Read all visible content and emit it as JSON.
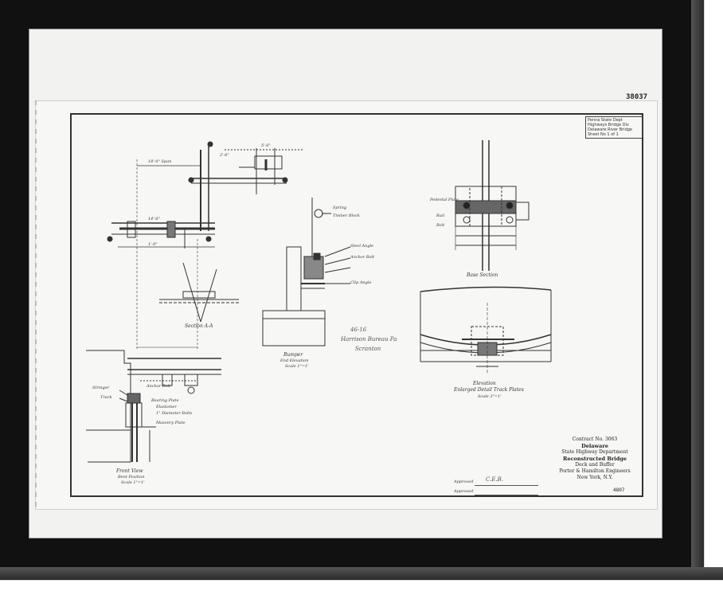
{
  "sheet": {
    "number": "38037",
    "stamp_lines": [
      "Penna State Dept",
      "Highways Bridge Div",
      "Delaware River Bridge",
      "Sheet No 1 of 1"
    ]
  },
  "views": {
    "front_view_label": "Front View",
    "front_view_sub": "Bent Position",
    "front_view_scale": "Scale 1\"=1'",
    "section_label": "Section A-A",
    "bumper_label": "Bumper",
    "bumper_sub": "End Elevation",
    "bumper_scale": "Scale 1\"=1'",
    "plan_label": "Base Section",
    "elevation_label": "Elevation",
    "elevation_sub": "Enlarged Detail Track Plates",
    "elevation_scale": "Scale 3\"=1'"
  },
  "handwritten_note": {
    "line1": "46-16",
    "line2": "Harrison Bureau Pa",
    "line3": "Scranton"
  },
  "callouts": {
    "front_view": [
      "Stringer",
      "Track",
      "Anchor Bolt",
      "Bearing Plate",
      "Elastomer",
      "1\" Diameter Bolts",
      "Masonry Plate"
    ],
    "bumper": [
      "Spring",
      "Timber Block",
      "Steel Angle",
      "Anchor Bolt",
      "Clip Angle"
    ],
    "plan": [
      "Pedestal Plate",
      "Rail",
      "Bolt"
    ],
    "dims": [
      "18'-0\" Span",
      "2'-6\"",
      "14'-6\"",
      "1'-0\"",
      "5'-6\""
    ]
  },
  "title_block": {
    "line1": "Contract No. 3063",
    "line2": "Delaware",
    "line3": "State Highway Department",
    "line4": "Reconstructed Bridge",
    "line5": "Deck and Buffer",
    "line6": "Porter & Hamilton Engineers",
    "line7": "New York, N.Y."
  },
  "approvals": {
    "approved_label": "Approved",
    "approved2_label": "Approved",
    "signature": "C.E.B."
  },
  "drawing_no": "4807"
}
